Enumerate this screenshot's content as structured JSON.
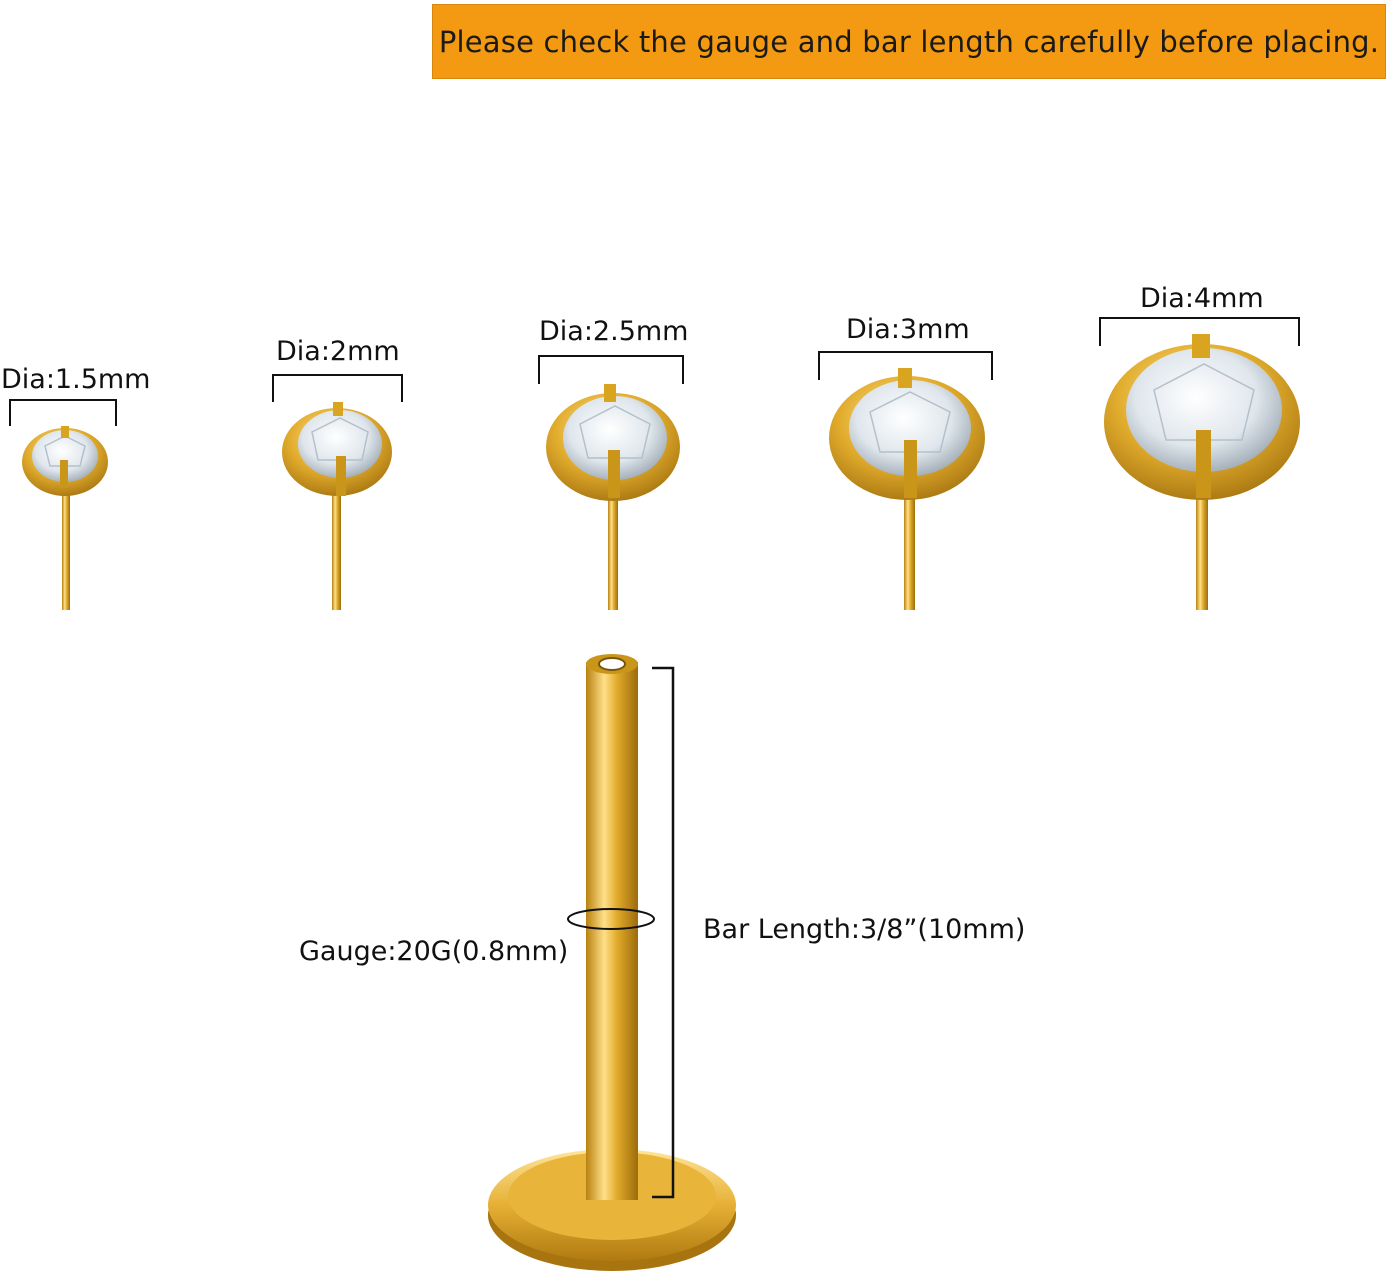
{
  "banner": {
    "text": "Please check the gauge and bar length carefully before placing.",
    "background": "#f39a12"
  },
  "studs": [
    {
      "label": "Dia:1.5mm",
      "diameter_mm": 1.5
    },
    {
      "label": "Dia:2mm",
      "diameter_mm": 2
    },
    {
      "label": "Dia:2.5mm",
      "diameter_mm": 2.5
    },
    {
      "label": "Dia:3mm",
      "diameter_mm": 3
    },
    {
      "label": "Dia:4mm",
      "diameter_mm": 4
    }
  ],
  "post": {
    "gauge_label": "Gauge:20G(0.8mm)",
    "bar_length_label": "Bar Length:3/8”(10mm)"
  },
  "colors": {
    "gold": "#d9a520",
    "gold_dark": "#a87510",
    "gold_light": "#ffe08a",
    "gem": "#e8eef3"
  }
}
